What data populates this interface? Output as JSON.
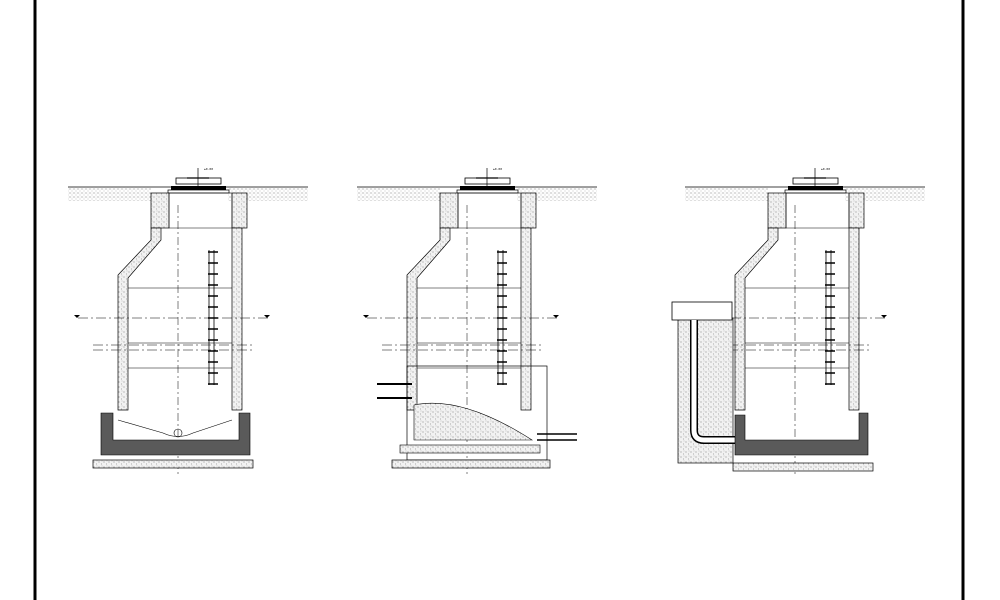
{
  "drawing": {
    "description_type": "manhole-sections",
    "views": [
      {
        "id": "section-a",
        "variant": "standard",
        "label": "±0.00",
        "frame_label": ""
      },
      {
        "id": "section-b",
        "variant": "drop-inlet",
        "label": "±0.00",
        "frame_label": ""
      },
      {
        "id": "section-c",
        "variant": "external-drop",
        "label": "±0.00",
        "frame_label": ""
      }
    ]
  },
  "colors": {
    "line": "#000000",
    "hatch": "#8c8c8c",
    "concrete_dark": "#5a5a5a",
    "paper": "#ffffff"
  }
}
